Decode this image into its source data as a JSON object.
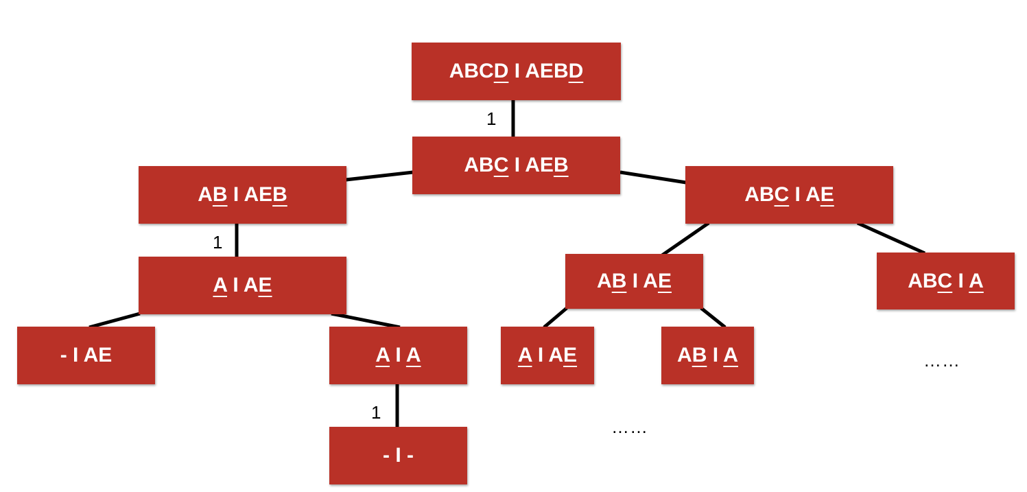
{
  "colors": {
    "node_fill": "#b93127",
    "node_text": "#ffffff",
    "edge": "#000000"
  },
  "nodes": [
    {
      "id": "n0",
      "parts": [
        {
          "t": "ABC"
        },
        {
          "t": "D",
          "u": true
        },
        {
          "t": " I AEB"
        },
        {
          "t": "D",
          "u": true
        }
      ]
    },
    {
      "id": "n1",
      "parts": [
        {
          "t": "AB"
        },
        {
          "t": "C",
          "u": true
        },
        {
          "t": " I AE"
        },
        {
          "t": "B",
          "u": true
        }
      ]
    },
    {
      "id": "n2",
      "parts": [
        {
          "t": "A"
        },
        {
          "t": "B",
          "u": true
        },
        {
          "t": " I AE"
        },
        {
          "t": "B",
          "u": true
        }
      ]
    },
    {
      "id": "n3",
      "parts": [
        {
          "t": "AB"
        },
        {
          "t": "C",
          "u": true
        },
        {
          "t": " I A"
        },
        {
          "t": "E",
          "u": true
        }
      ]
    },
    {
      "id": "n4",
      "parts": [
        {
          "t": "A",
          "u": true
        },
        {
          "t": " I A"
        },
        {
          "t": "E",
          "u": true
        }
      ]
    },
    {
      "id": "n5",
      "parts": [
        {
          "t": "A"
        },
        {
          "t": "B",
          "u": true
        },
        {
          "t": " I A"
        },
        {
          "t": "E",
          "u": true
        }
      ]
    },
    {
      "id": "n6",
      "parts": [
        {
          "t": "AB"
        },
        {
          "t": "C",
          "u": true
        },
        {
          "t": " I "
        },
        {
          "t": "A",
          "u": true
        }
      ]
    },
    {
      "id": "n7",
      "parts": [
        {
          "t": "- I AE"
        }
      ]
    },
    {
      "id": "n8",
      "parts": [
        {
          "t": "A",
          "u": true
        },
        {
          "t": " I "
        },
        {
          "t": "A",
          "u": true
        }
      ]
    },
    {
      "id": "n9",
      "parts": [
        {
          "t": "A",
          "u": true
        },
        {
          "t": " I A"
        },
        {
          "t": "E",
          "u": true
        }
      ]
    },
    {
      "id": "n10",
      "parts": [
        {
          "t": "A"
        },
        {
          "t": "B",
          "u": true
        },
        {
          "t": " I "
        },
        {
          "t": "A",
          "u": true
        }
      ]
    },
    {
      "id": "n11",
      "parts": [
        {
          "t": "- I -"
        }
      ]
    }
  ],
  "edge_labels": [
    "1",
    "1",
    "1"
  ],
  "ellipses": [
    "……",
    "……"
  ]
}
